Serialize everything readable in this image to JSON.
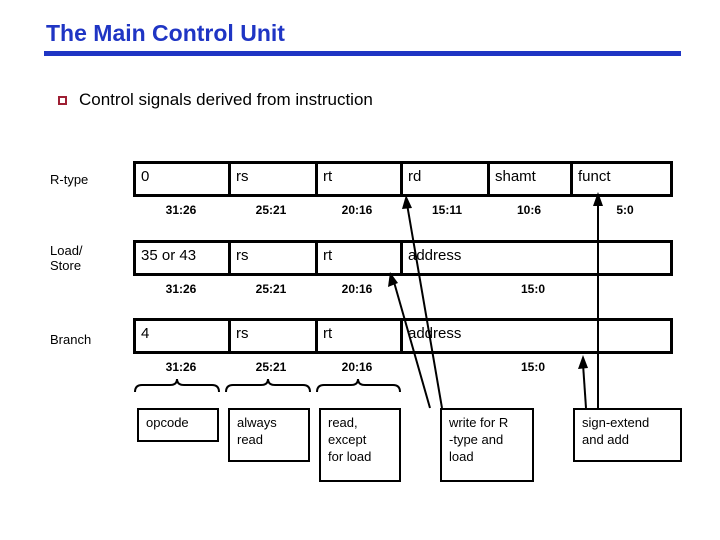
{
  "slide": {
    "title": "The Main Control Unit",
    "title_color": "#1f35c4",
    "bullet_color": "#9e1f33",
    "bullet": {
      "marker": "hollow-square",
      "text": "Control signals derived from instruction"
    }
  },
  "formats": [
    {
      "label": "R-type",
      "cells": [
        "0",
        "rs",
        "rt",
        "rd",
        "shamt",
        "funct"
      ],
      "bits": [
        "31:26",
        "25:21",
        "20:16",
        "15:11",
        "10:6",
        "5:0"
      ]
    },
    {
      "label": "Load/\nStore",
      "cells": [
        "35 or 43",
        "rs",
        "rt",
        "address"
      ],
      "bits": [
        "31:26",
        "25:21",
        "20:16",
        "15:0"
      ]
    },
    {
      "label": "Branch",
      "cells": [
        "4",
        "rs",
        "rt",
        "address"
      ],
      "bits": [
        "31:26",
        "25:21",
        "20:16",
        "15:0"
      ]
    }
  ],
  "descriptions": [
    {
      "name": "opcode-box",
      "text": "opcode"
    },
    {
      "name": "always-read-box",
      "text": "always\nread"
    },
    {
      "name": "read-except-load-box",
      "text": "read,\nexcept\nfor load"
    },
    {
      "name": "write-box",
      "text": "write for R\n-type and\nload"
    },
    {
      "name": "sign-extend-box",
      "text": "sign-extend\nand add"
    }
  ]
}
